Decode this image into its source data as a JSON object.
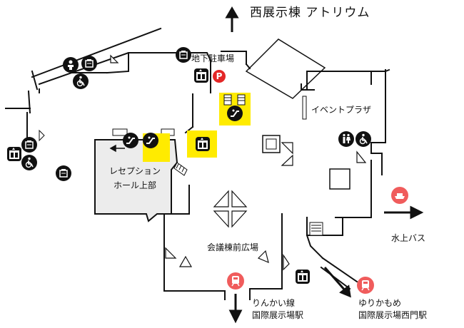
{
  "map": {
    "title": "西展示棟 アトリウム",
    "areas": {
      "underground_parking": "地下駐車場",
      "event_plaza": "イベントプラザ",
      "reception_hall_line1": "レセプション",
      "reception_hall_line2": "ホール上部",
      "conference_plaza": "会議棟前広場",
      "water_bus": "水上バス",
      "rinkai_line_1": "りんかい線",
      "rinkai_line_2": "国際展示場駅",
      "yurikamome_1": "ゆりかもめ",
      "yurikamome_2": "国際展示場西門駅"
    },
    "parking_symbol": "P",
    "colors": {
      "highlight": "#ffeb00",
      "icon_dark": "#111111",
      "transit_red": "#f05c5c",
      "parking_red": "#e32727",
      "hall_fill": "#ececec"
    },
    "icons": [
      "baby-care-icon",
      "locker-icon",
      "accessible-toilet-icon",
      "elevator-icon",
      "escalator-icon",
      "parking-icon",
      "toilet-icon",
      "train-icon",
      "ship-icon",
      "monorail-icon"
    ]
  }
}
